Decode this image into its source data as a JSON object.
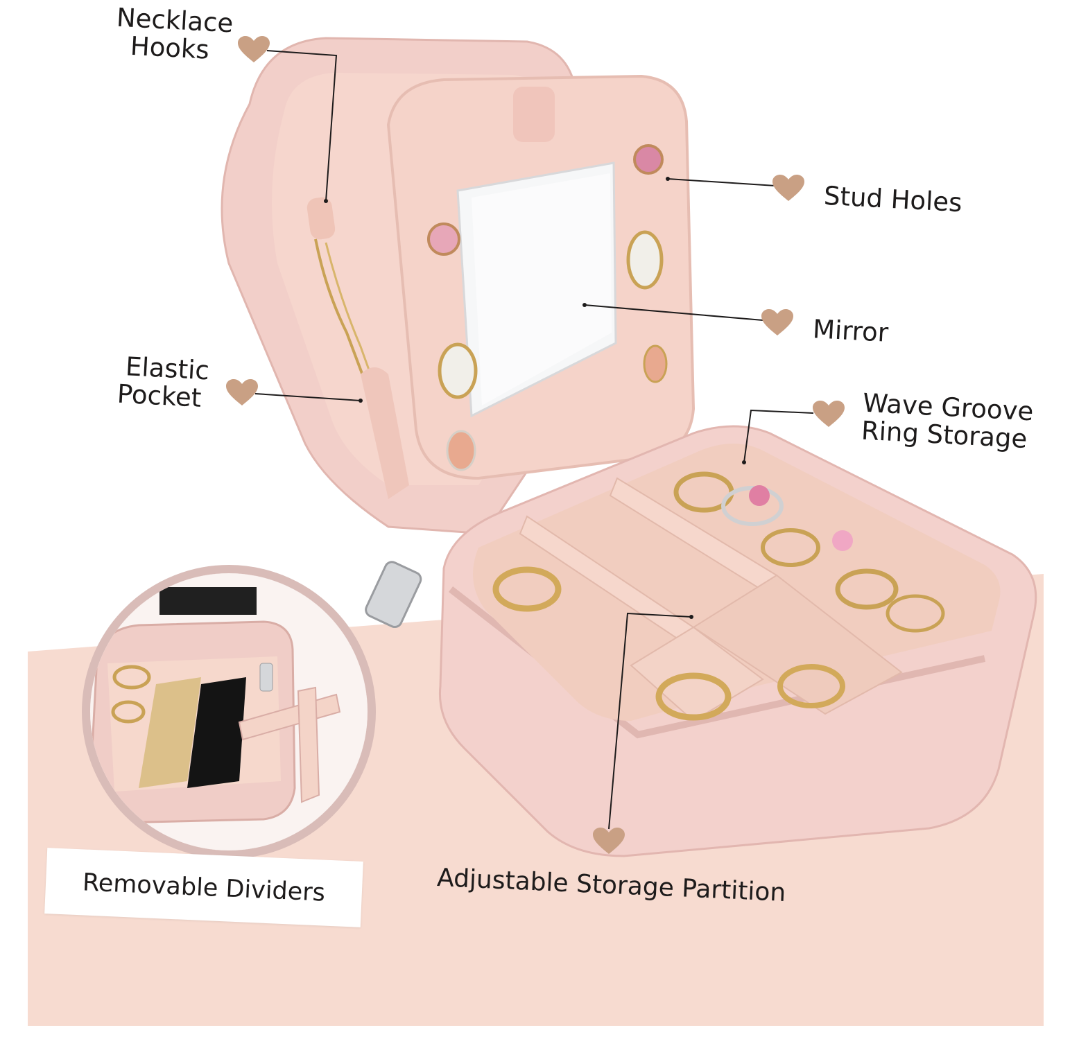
{
  "labels": {
    "necklace_line1": "Necklace",
    "necklace_line2": "Hooks",
    "stud_holes": "Stud Holes",
    "mirror": "Mirror",
    "elastic_line1": "Elastic",
    "elastic_line2": "Pocket",
    "wave_line1": "Wave Groove",
    "wave_line2": "Ring Storage",
    "removable": "Removable Dividers",
    "adjustable": "Adjustable Storage Partition"
  },
  "colors": {
    "background_panel": "#f7dbd0",
    "box_pink": "#f3d3cf",
    "velvet": "#f1cfc3",
    "heart": "#c9a084",
    "inset_ring": "#d9bcb8",
    "text": "#1d1b1b"
  },
  "icons": [
    "heart-icon"
  ]
}
